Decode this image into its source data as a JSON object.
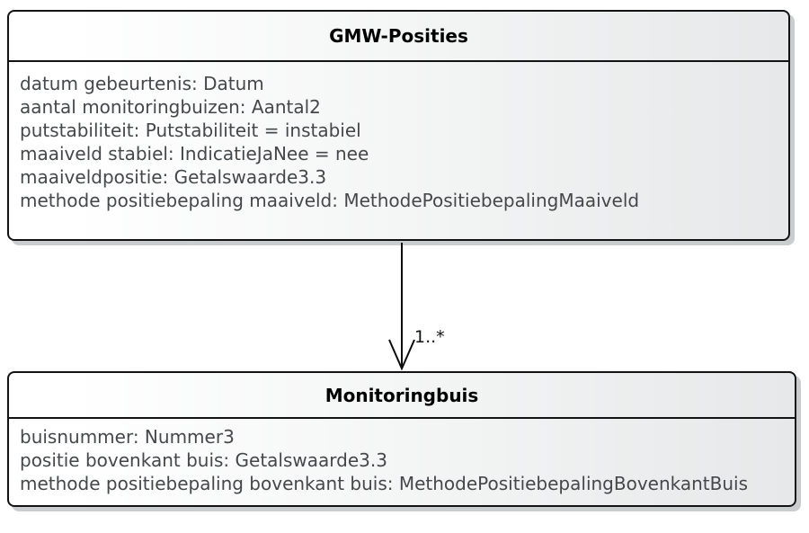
{
  "diagram": {
    "kind": "uml-class-diagram",
    "background_color": "#ffffff",
    "border_color": "#131313",
    "fill_gradient_start": "#ffffff",
    "fill_gradient_end": "#e6e8e9",
    "shadow_color": "#c9cdce",
    "title_text_color": "#000000",
    "attribute_text_color": "#45484b"
  },
  "classes": [
    {
      "title": "GMW-Posities",
      "attributes": [
        "datum gebeurtenis: Datum",
        "aantal monitoringbuizen: Aantal2",
        "putstabiliteit: Putstabiliteit = instabiel",
        "maaiveld stabiel: IndicatieJaNee = nee",
        "maaiveldpositie: Getalswaarde3.3",
        "methode positiebepaling maaiveld: MethodePositiebepalingMaaiveld"
      ]
    },
    {
      "title": "Monitoringbuis",
      "attributes": [
        "buisnummer: Nummer3",
        "positie bovenkant buis: Getalswaarde3.3",
        "methode positiebepaling bovenkant buis: MethodePositiebepalingBovenkantBuis"
      ]
    }
  ],
  "association": {
    "source": "GMW-Posities",
    "target": "Monitoringbuis",
    "multiplicity": "1..*"
  }
}
